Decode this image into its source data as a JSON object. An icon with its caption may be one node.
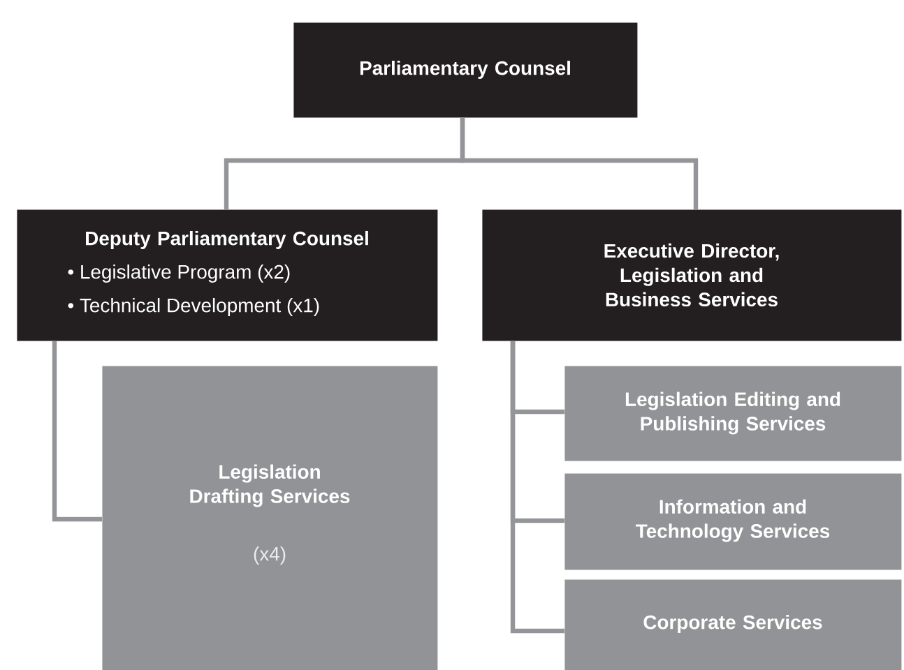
{
  "diagram": {
    "nodes": [
      {
        "text": [
          "Parliamentary Counsel"
        ]
      },
      {
        "text": [
          "Deputy Parliamentary Counsel",
          "• Legislative Program (x2)",
          "• Technical Development (x1)"
        ]
      },
      {
        "text": [
          "Executive Director, Legislation and Business Services"
        ]
      },
      {
        "text": [
          "Legislation Drafting Services",
          "(x4)"
        ]
      },
      {
        "text": [
          "Legislation Editing and Publishing Services"
        ]
      },
      {
        "text": [
          "Information and Technology Services"
        ]
      },
      {
        "text": [
          "Corporate Services"
        ]
      }
    ],
    "edges": [
      {
        "from": 0,
        "to": 1,
        "arrow": "none"
      },
      {
        "from": 0,
        "to": 2,
        "arrow": "none"
      },
      {
        "from": 1,
        "to": 3,
        "arrow": "none"
      },
      {
        "from": 2,
        "to": 4,
        "arrow": "none"
      },
      {
        "from": 2,
        "to": 5,
        "arrow": "none"
      },
      {
        "from": 2,
        "to": 6,
        "arrow": "none"
      }
    ]
  }
}
